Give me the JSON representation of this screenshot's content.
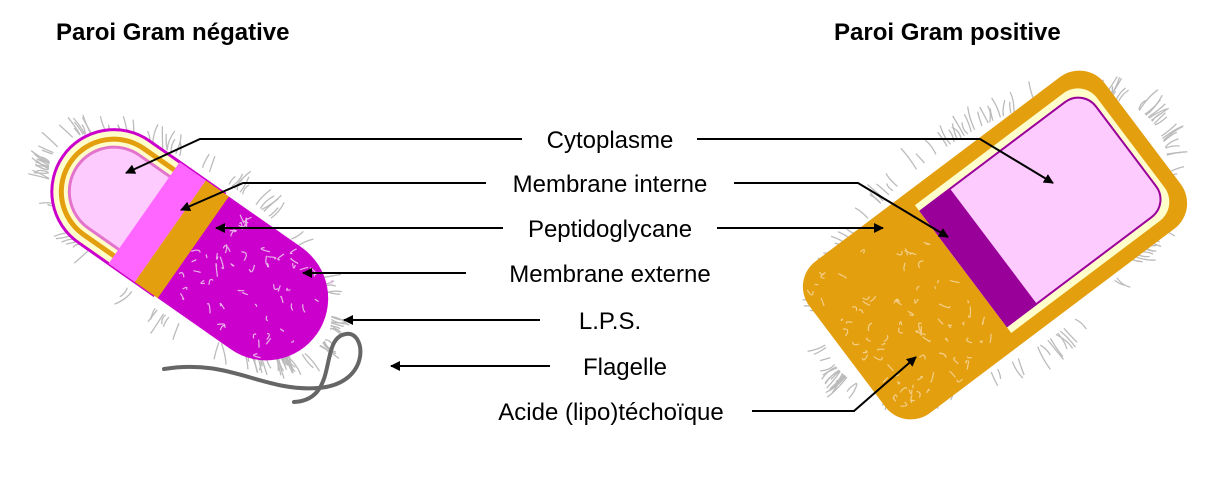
{
  "titles": {
    "gram_negative": "Paroi Gram négative",
    "gram_positive": "Paroi Gram positive"
  },
  "labels": {
    "cytoplasme": "Cytoplasme",
    "membrane_interne": "Membrane interne",
    "peptidoglycane": "Peptidoglycane",
    "membrane_externe": "Membrane externe",
    "lps": "L.P.S.",
    "flagelle": "Flagelle",
    "acide_lipoteichoique": "Acide (lipo)téchoïque"
  },
  "colors": {
    "cytoplasm": "#fecbfe",
    "inner_membrane_negative": "#ff66ff",
    "inner_membrane_positive": "#990099",
    "peptidoglycan": "#e49f0f",
    "outer_membrane": "#cc00cc",
    "envelope_light": "#ffffcc",
    "outline": "#990099",
    "hair": "#bbbbbb",
    "flagellum": "#666666"
  }
}
